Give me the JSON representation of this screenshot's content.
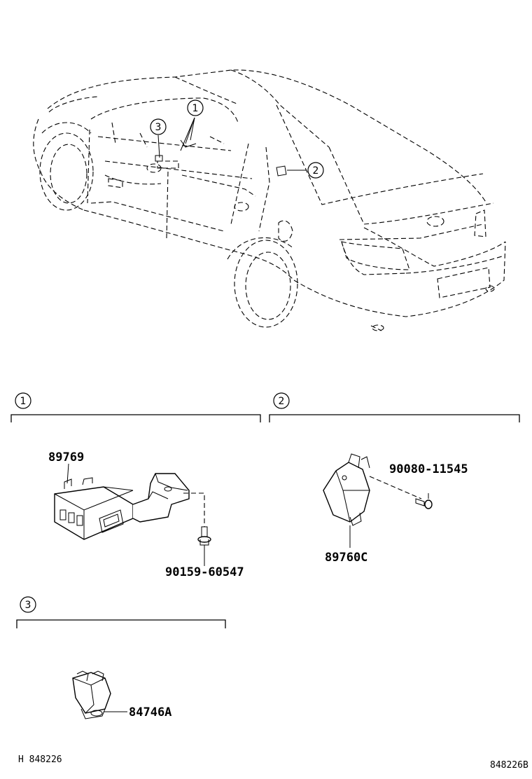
{
  "callouts": [
    "1",
    "2",
    "3"
  ],
  "parts": {
    "p89769": "89769",
    "p90159": "90159-60547",
    "p90080": "90080-11545",
    "p89760c": "89760C",
    "p84746a": "84746A"
  },
  "footer": {
    "left_code": "H 848226",
    "right_code": "848226B"
  }
}
